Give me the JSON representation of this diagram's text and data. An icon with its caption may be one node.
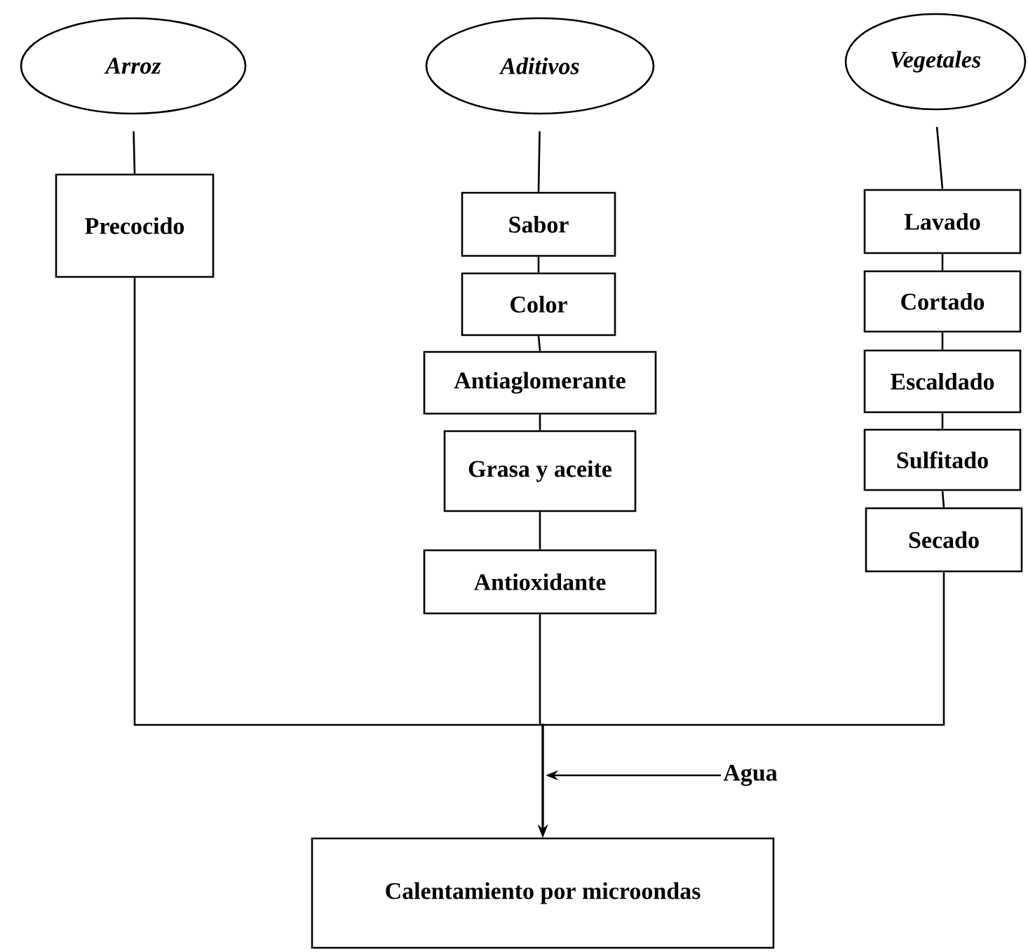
{
  "diagram": {
    "nodes": [
      {
        "text": [
          "Arroz"
        ]
      },
      {
        "text": [
          "Aditivos"
        ]
      },
      {
        "text": [
          "Vegetales"
        ]
      },
      {
        "text": [
          "Precocido"
        ]
      },
      {
        "text": [
          "Sabor"
        ]
      },
      {
        "text": [
          "Color"
        ]
      },
      {
        "text": [
          "Antiaglomerante"
        ]
      },
      {
        "text": [
          "Grasa y aceite"
        ]
      },
      {
        "text": [
          "Antioxidante"
        ]
      },
      {
        "text": [
          "Lavado"
        ]
      },
      {
        "text": [
          "Cortado"
        ]
      },
      {
        "text": [
          "Escaldado"
        ]
      },
      {
        "text": [
          "Sulfitado"
        ]
      },
      {
        "text": [
          "Secado"
        ]
      },
      {
        "text": [
          "Calentamiento por microondas"
        ]
      },
      {
        "text": [
          "Agua"
        ]
      }
    ],
    "edges": [
      {
        "from": 0,
        "to": 3,
        "arrow": "none"
      },
      {
        "from": 1,
        "to": 4,
        "arrow": "none"
      },
      {
        "from": 4,
        "to": 5,
        "arrow": "none"
      },
      {
        "from": 5,
        "to": 6,
        "arrow": "none"
      },
      {
        "from": 6,
        "to": 7,
        "arrow": "none"
      },
      {
        "from": 7,
        "to": 8,
        "arrow": "none"
      },
      {
        "from": 2,
        "to": 9,
        "arrow": "none"
      },
      {
        "from": 9,
        "to": 10,
        "arrow": "none"
      },
      {
        "from": 10,
        "to": 11,
        "arrow": "none"
      },
      {
        "from": 11,
        "to": 12,
        "arrow": "none"
      },
      {
        "from": 12,
        "to": 13,
        "arrow": "none"
      },
      {
        "from": 3,
        "to": 14,
        "arrow": "to"
      },
      {
        "from": 8,
        "to": 14,
        "arrow": "to"
      },
      {
        "from": 13,
        "to": 14,
        "arrow": "to"
      },
      {
        "from": 15,
        "to": null,
        "arrow": "to"
      }
    ]
  }
}
